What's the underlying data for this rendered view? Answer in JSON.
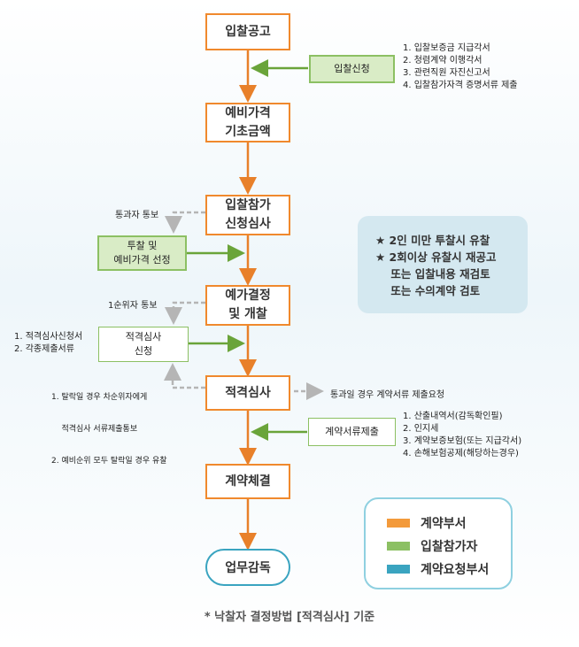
{
  "main_flow": {
    "step1": "입찰공고",
    "step2": "예비가격\n기초금액",
    "step3": "입찰참가\n신청심사",
    "step4": "예가결정\n및 개찰",
    "step5": "적격심사",
    "step6": "계약체결",
    "step7": "업무감독"
  },
  "side_boxes": {
    "bid_application": "입찰신청",
    "bid_selection": "투찰 및\n예비가격 선정",
    "qualification_application": "적격심사\n신청",
    "contract_docs": "계약서류제출"
  },
  "notes": {
    "bid_application_docs": [
      "1. 입찰보증금 지급각서",
      "2. 청렴계약 이행각서",
      "3. 관련직원 자진신고서",
      "4. 입찰참가자격 증명서류 제출"
    ],
    "qualification_docs": [
      "1. 적격심사신청서",
      "2. 각종제출서류"
    ],
    "fail_notes": [
      "1. 탈락일 경우 차순위자에게",
      "    적격심사 서류제출통보",
      "2. 예비순위 모두 탈락일 경우 유찰"
    ],
    "contract_docs_list": [
      "1. 산출내역서(감독확인필)",
      "2. 인지세",
      "3. 계약보증보험(또는 지급각서)",
      "4. 손해보험공제(해당하는경우)"
    ],
    "pass_notice": "통과자 통보",
    "first_rank_notice": "1순위자 통보",
    "contract_request": "통과일 경우 계약서류 제출요청"
  },
  "info_box": [
    "★ 2인 미만 투찰시 유찰",
    "★ 2회이상 유찰시 재공고",
    "    또는 입찰내용 재검토",
    "    또는 수의계약 검토"
  ],
  "legend": [
    {
      "label": "계약부서",
      "color": "#f39a3b"
    },
    {
      "label": "입찰참가자",
      "color": "#8cc063"
    },
    {
      "label": "계약요청부서",
      "color": "#3aa4c0"
    }
  ],
  "footnote": "* 낙찰자 결정방법 [적격심사] 기준"
}
